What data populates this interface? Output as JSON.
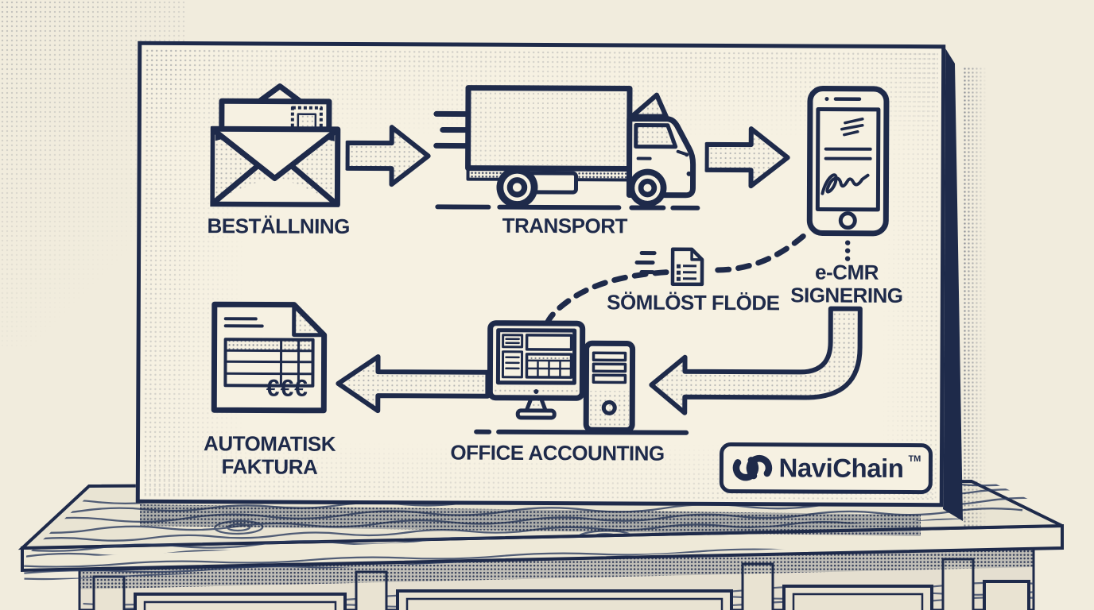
{
  "scene": {
    "description": "Illustrated logistics flowchart drawn on a display board standing on a wooden table",
    "background_color": "#f1ecdd",
    "board_color": "#f6f1e2",
    "ink_color": "#1e2a4a"
  },
  "diagram": {
    "steps": [
      {
        "label": "BESTÄLLNING",
        "icon": "open-envelope-with-stamp"
      },
      {
        "label": "TRANSPORT",
        "icon": "box-truck"
      },
      {
        "label_line1": "e-CMR",
        "label_line2": "SIGNERING",
        "icon": "smartphone-with-signature"
      },
      {
        "label": "OFFICE ACCOUNTING",
        "icon": "desktop-computer-with-tower"
      },
      {
        "label_line1": "AUTOMATISK",
        "label_line2": "FAKTURA",
        "icon": "invoice-document",
        "currency_text": "€€€"
      }
    ],
    "connector_label": "SÖMLÖST FLÖDE"
  },
  "brand": {
    "name": "NaviChain",
    "trademark": "TM"
  }
}
